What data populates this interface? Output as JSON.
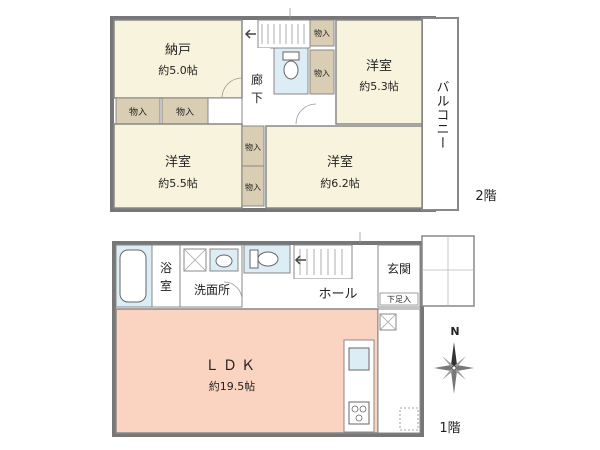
{
  "floor2": {
    "label": "2階",
    "rooms": {
      "nando": {
        "name": "納戸",
        "area": "約5.0帖"
      },
      "youshitsu_ne": {
        "name": "洋室",
        "area": "約5.3帖"
      },
      "youshitsu_sw": {
        "name": "洋室",
        "area": "約5.5帖"
      },
      "youshitsu_s": {
        "name": "洋室",
        "area": "約6.2帖"
      },
      "rouka": {
        "name": "廊下"
      },
      "balcony": {
        "name": "バルコニー"
      }
    },
    "storage_label": "物入"
  },
  "floor1": {
    "label": "1階",
    "rooms": {
      "ldk": {
        "name": "ＬＤＫ",
        "area": "約19.5帖"
      },
      "bath": {
        "name": "浴室"
      },
      "washroom": {
        "name": "洗面所"
      },
      "hall": {
        "name": "ホール"
      },
      "entrance": {
        "name": "玄関"
      },
      "shoe_storage": {
        "name": "下足入"
      }
    }
  },
  "compass": {
    "north_label": "N"
  },
  "colors": {
    "room_fill": "#f7f3dc",
    "ldk_fill": "#fad4c0",
    "storage_fill": "#d9ceb4",
    "wall": "#777777",
    "fixture": "#dcedf5"
  }
}
